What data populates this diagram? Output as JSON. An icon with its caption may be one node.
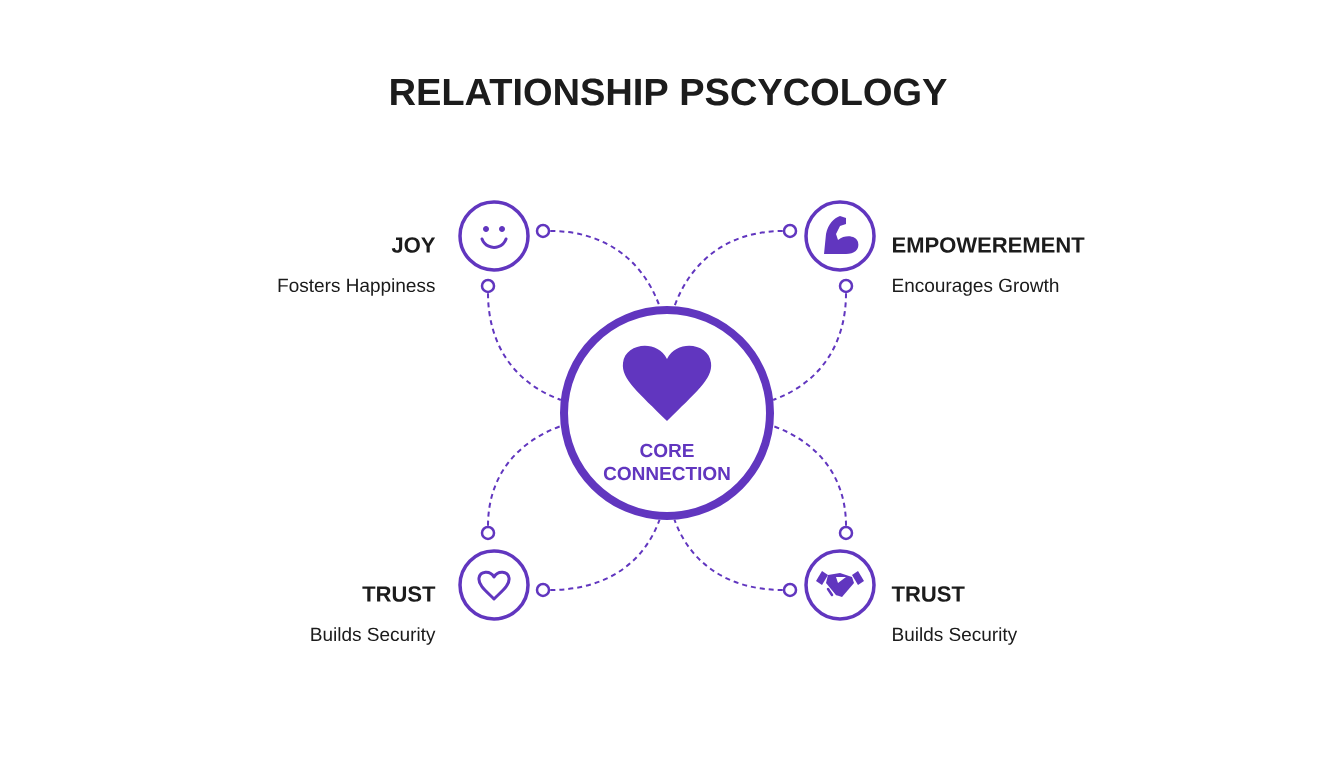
{
  "diagram": {
    "title": "RELATIONSHIP PSCYCOLOGY",
    "nodes": [
      {
        "text": [],
        "shape": "circle",
        "beside": [
          "JOY",
          "Fosters Happiness"
        ]
      },
      {
        "text": [],
        "shape": "circle",
        "beside": [
          "EMPOWEREMENT",
          "Encourages Growth"
        ]
      },
      {
        "text": [
          "CORE CONNECTION"
        ]
      },
      {
        "text": [],
        "shape": "circle",
        "beside": [
          "TRUST",
          "Builds Security"
        ]
      },
      {
        "text": [],
        "shape": "circle",
        "beside": [
          "TRUST",
          "Builds Security"
        ]
      },
      {
        "text": [],
        "shape": "circle"
      },
      {
        "text": [],
        "shape": "circle"
      },
      {
        "text": [],
        "shape": "circle"
      },
      {
        "text": [],
        "shape": "circle"
      },
      {
        "text": [],
        "shape": "circle"
      },
      {
        "text": [],
        "shape": "circle"
      },
      {
        "text": [],
        "shape": "circle"
      },
      {
        "text": [],
        "shape": "circle"
      }
    ],
    "edges": [
      {
        "from": 5,
        "to": 2,
        "arrow": "none",
        "style": "dashed"
      },
      {
        "from": 7,
        "to": 2,
        "arrow": "none",
        "style": "dashed"
      },
      {
        "from": 6,
        "to": 2,
        "arrow": "none",
        "style": "dashed"
      },
      {
        "from": 8,
        "to": 2,
        "arrow": "none",
        "style": "dashed"
      },
      {
        "from": 9,
        "to": 2,
        "arrow": "none",
        "style": "dashed"
      },
      {
        "from": 11,
        "to": 2,
        "arrow": "none",
        "style": "dashed"
      },
      {
        "from": 10,
        "to": 2,
        "arrow": "none",
        "style": "dashed"
      },
      {
        "from": 12,
        "to": 2,
        "arrow": "none",
        "style": "dashed"
      }
    ]
  }
}
